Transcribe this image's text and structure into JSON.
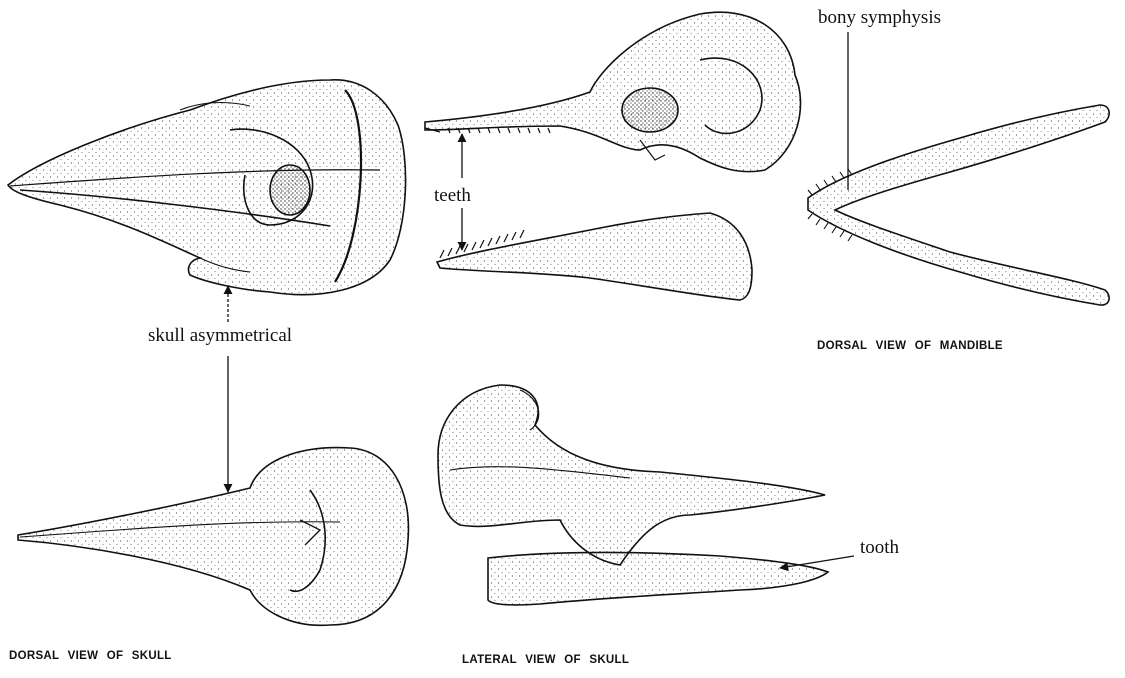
{
  "labels": {
    "bony_symphysis": "bony symphysis",
    "teeth": "teeth",
    "skull_asymmetrical": "skull asymmetrical",
    "tooth": "tooth"
  },
  "captions": {
    "dorsal_mandible": "DORSAL VIEW OF MANDIBLE",
    "dorsal_skull": "DORSAL VIEW OF SKULL",
    "lateral_skull": "LATERAL VIEW OF SKULL"
  },
  "colors": {
    "ink": "#111111",
    "paper": "#ffffff",
    "stipple": "#555555"
  }
}
